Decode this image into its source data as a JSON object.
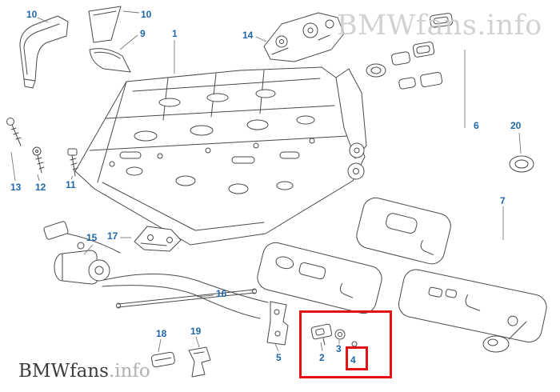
{
  "watermarks": {
    "top_right": "BMWfans.info",
    "bottom_left_brand": "BMWfans",
    "bottom_left_suffix": ".info"
  },
  "colors": {
    "label_blue": "#1f67a8",
    "highlight_red": "#e11414",
    "line_gray": "#4a4a4a",
    "watermark_gray": "#cbcbcb"
  },
  "diagram": {
    "description": "Exploded parts diagram of a BMW front seat frame with trim panels, adjustment motor, switches and fasteners",
    "highlighted_parts": [
      "2",
      "3",
      "4"
    ]
  },
  "labels": [
    {
      "id": "10a",
      "text": "10"
    },
    {
      "id": "10b",
      "text": "10"
    },
    {
      "id": "9",
      "text": "9"
    },
    {
      "id": "1",
      "text": "1"
    },
    {
      "id": "14",
      "text": "14"
    },
    {
      "id": "6",
      "text": "6"
    },
    {
      "id": "20",
      "text": "20"
    },
    {
      "id": "13",
      "text": "13"
    },
    {
      "id": "12",
      "text": "12"
    },
    {
      "id": "11",
      "text": "11"
    },
    {
      "id": "7",
      "text": "7"
    },
    {
      "id": "15",
      "text": "15"
    },
    {
      "id": "17",
      "text": "17"
    },
    {
      "id": "16",
      "text": "16"
    },
    {
      "id": "18",
      "text": "18"
    },
    {
      "id": "19",
      "text": "19"
    },
    {
      "id": "5",
      "text": "5"
    },
    {
      "id": "2",
      "text": "2"
    },
    {
      "id": "3",
      "text": "3"
    },
    {
      "id": "4",
      "text": "4"
    }
  ]
}
